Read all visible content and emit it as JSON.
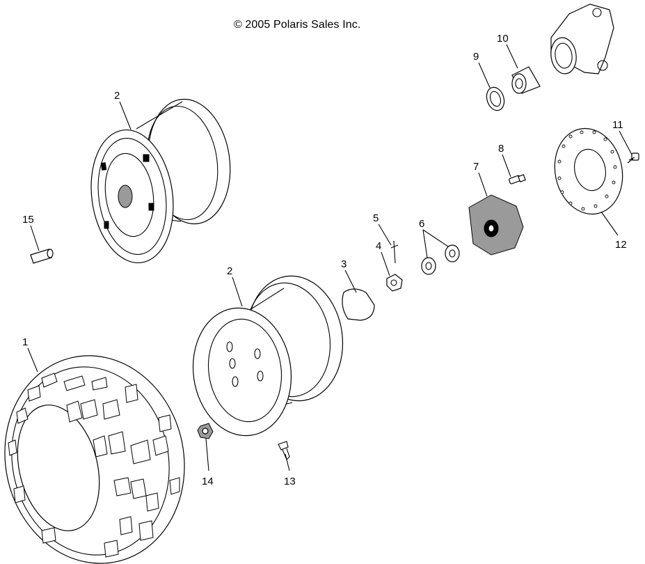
{
  "copyright": "© 2005 Polaris Sales Inc.",
  "callouts": [
    "1",
    "2",
    "2",
    "3",
    "4",
    "5",
    "6",
    "7",
    "8",
    "9",
    "10",
    "11",
    "12",
    "13",
    "14",
    "15"
  ]
}
